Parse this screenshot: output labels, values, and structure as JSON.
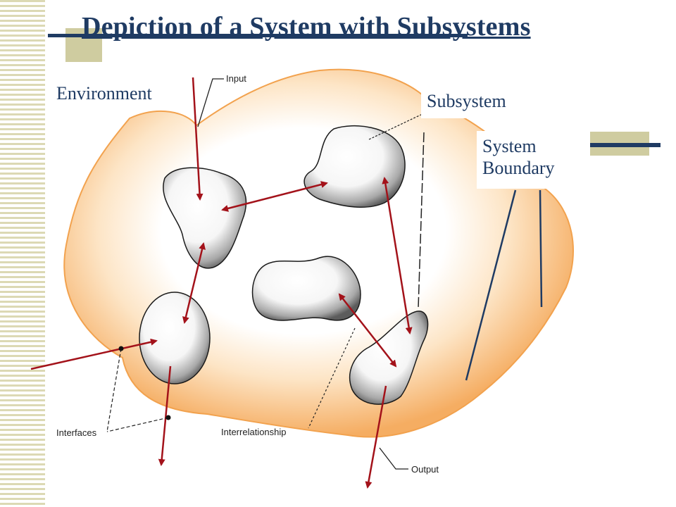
{
  "slide": {
    "title": "Depiction of a System with Subsystems"
  },
  "labels": {
    "environment": "Environment",
    "subsystem": "Subsystem",
    "system_boundary_line1": "System",
    "system_boundary_line2": "Boundary"
  },
  "figure_labels": {
    "input": "Input",
    "interfaces": "Interfaces",
    "interrelationship": "Interrelationship",
    "output": "Output"
  },
  "colors": {
    "title": "#1f3b63",
    "arrow": "#a3121a",
    "boundary_fill": "#f7b36a",
    "subsystem_shadow": "#6e6e6e"
  }
}
